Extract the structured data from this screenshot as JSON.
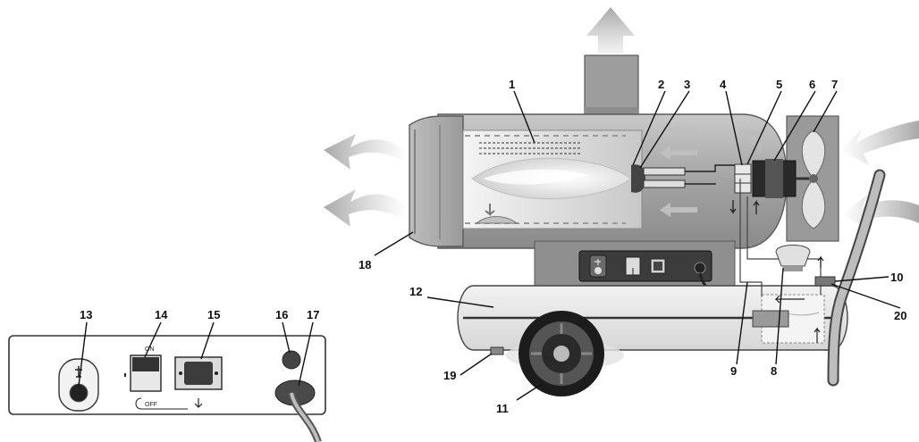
{
  "callouts": {
    "n1": "1",
    "n2": "2",
    "n3": "3",
    "n4": "4",
    "n5": "5",
    "n6": "6",
    "n7": "7",
    "n8": "8",
    "n9": "9",
    "n10": "10",
    "n11": "11",
    "n12": "12",
    "n13": "13",
    "n14": "14",
    "n15": "15",
    "n16": "16",
    "n17": "17",
    "n18": "18",
    "n19": "19",
    "n20": "20"
  },
  "panel_marks": {
    "switch_on": "ON",
    "switch_off": "OFF"
  },
  "colors": {
    "casing": "#a9a9a9",
    "casing_dark": "#7f7f7f",
    "chamber": "#d5d5d5",
    "flame": "#ededed",
    "tank": "#e6e6e6",
    "airflow_arrow": "#c4c4c4",
    "control_panel": "#3f3f3f",
    "line": "#111111"
  }
}
